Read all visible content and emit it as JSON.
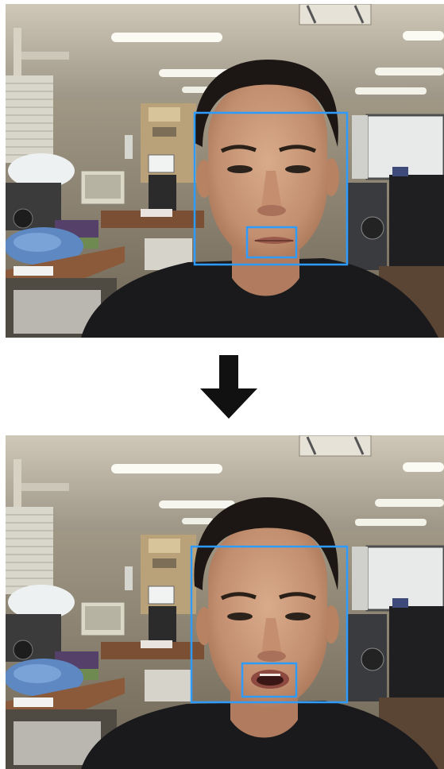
{
  "frames": [
    {
      "id": "before",
      "mouth_state": "closed",
      "overlay_color": "#1e90ff"
    },
    {
      "id": "after",
      "mouth_state": "open",
      "overlay_color": "#1e90ff"
    }
  ],
  "arrow": {
    "icon": "down-arrow-icon",
    "color": "#111111"
  }
}
